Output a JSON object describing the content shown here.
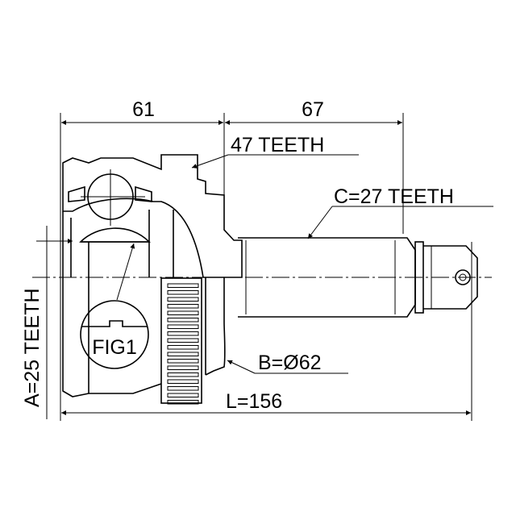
{
  "drawing": {
    "dim_left": "61",
    "dim_right": "67",
    "outer_teeth": "47 TEETH",
    "shaft_teeth": "C=27 TEETH",
    "inner_teeth": "A=25 TEETH",
    "abs_diameter": "B=Ø62",
    "length": "L=156",
    "detail_label": "FIG1"
  },
  "colors": {
    "line": "#000000",
    "background": "#ffffff"
  }
}
